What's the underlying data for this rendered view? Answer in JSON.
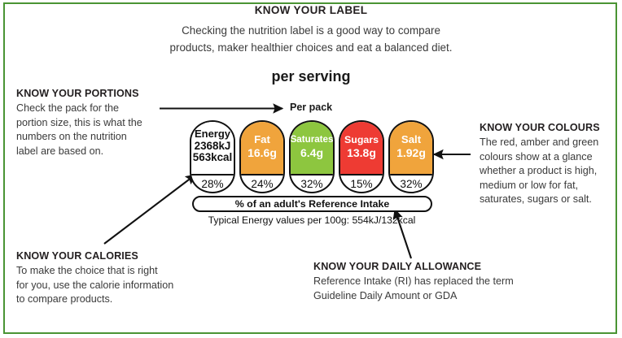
{
  "header": {
    "title": "KNOW YOUR LABEL",
    "subtitle_line1": "Checking the nutrition label is a good way to compare",
    "subtitle_line2": "products, maker healthier choices and eat a balanced diet.",
    "per_serving": "per serving",
    "per_pack": "Per pack"
  },
  "callouts": {
    "portions": {
      "heading": "KNOW YOUR PORTIONS",
      "lines": [
        "Check the pack for the",
        "portion size, this is what the",
        "numbers on the nutrition",
        "label are based on."
      ]
    },
    "colours": {
      "heading": "KNOW YOUR COLOURS",
      "lines": [
        "The red, amber and green",
        "colours show at a glance",
        "whether a product is high,",
        "medium or low for fat,",
        "saturates, sugars or salt."
      ]
    },
    "calories": {
      "heading": "KNOW YOUR CALORIES",
      "lines": [
        "To make the choice that is right",
        "for you, use the calorie information",
        "to compare products."
      ]
    },
    "daily_allowance": {
      "heading": "KNOW YOUR DAILY ALLOWANCE",
      "lines": [
        "Reference Intake (RI) has replaced the term",
        "Guideline Daily Amount or GDA"
      ]
    }
  },
  "nutrition_label": {
    "cells": [
      {
        "name": "Energy",
        "value_line1": "2368kJ",
        "value_line2": "563kcal",
        "percent": "28%",
        "color": "#ffffff",
        "text_color": "#111111"
      },
      {
        "name": "Fat",
        "value": "16.6g",
        "percent": "24%",
        "color": "#f0a43c",
        "text_color": "#ffffff"
      },
      {
        "name": "Saturates",
        "value": "6.4g",
        "percent": "32%",
        "color": "#8dc63f",
        "text_color": "#ffffff"
      },
      {
        "name": "Sugars",
        "value": "13.8g",
        "percent": "15%",
        "color": "#ee3b33",
        "text_color": "#ffffff"
      },
      {
        "name": "Salt",
        "value": "1.92g",
        "percent": "32%",
        "color": "#f0a43c",
        "text_color": "#ffffff"
      }
    ],
    "reference_intake_bar": "% of an adult's Reference Intake",
    "typical_energy": "Typical Energy values per 100g: 554kJ/132kcal"
  },
  "colors": {
    "frame_green": "#4a9434",
    "amber": "#f0a43c",
    "green": "#8dc63f",
    "red": "#ee3b33",
    "ink": "#111111"
  }
}
